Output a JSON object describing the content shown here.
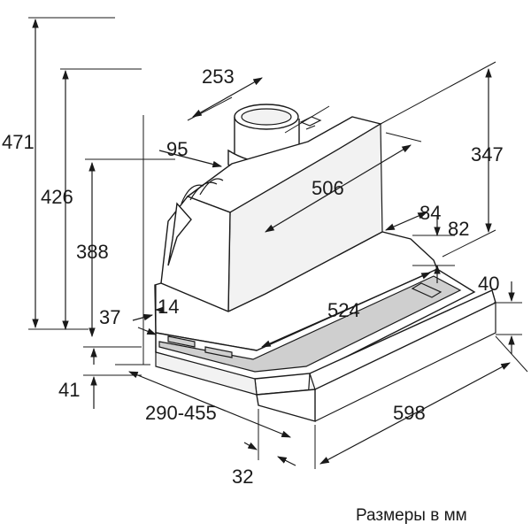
{
  "dimensions": {
    "d471": "471",
    "d426": "426",
    "d388": "388",
    "d253": "253",
    "d95": "95",
    "d506": "506",
    "d347": "347",
    "d84": "84",
    "d82": "82",
    "d40": "40",
    "d14": "14",
    "d37": "37",
    "d524": "524",
    "d41": "41",
    "d290_455": "290-455",
    "d598": "598",
    "d32": "32"
  },
  "caption": "Размеры в мм",
  "colors": {
    "line": "#1a1a1a",
    "fill": "#ffffff",
    "shade": "#f2f2f2"
  }
}
